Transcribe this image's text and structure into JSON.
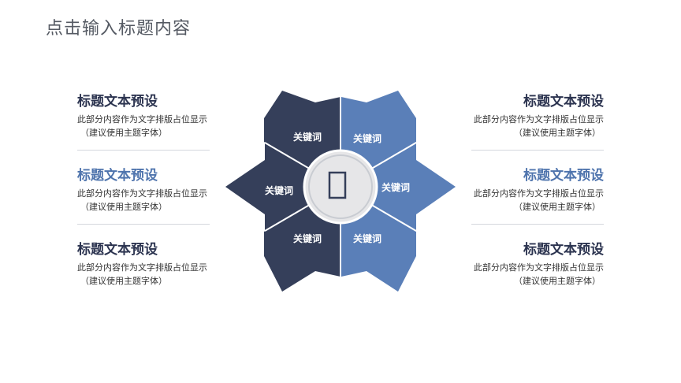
{
  "slide": {
    "title": "点击输入标题内容"
  },
  "colors": {
    "dark": "#353f5a",
    "blue": "#5a7fb8",
    "text_dark": "#2c3450",
    "text_blue": "#4f74ad",
    "hub": "#e6e6e8"
  },
  "diagram": {
    "center_icon": "rectangle-placeholder-icon",
    "keywords": [
      "关键词",
      "关键词",
      "关键词",
      "关键词",
      "关键词",
      "关键词"
    ]
  },
  "left_blocks": [
    {
      "title": "标题文本预设",
      "line1": "此部分内容作为文字排版占位显示",
      "line2": "（建议使用主题字体）"
    },
    {
      "title": "标题文本预设",
      "line1": "此部分内容作为文字排版占位显示",
      "line2": "（建议使用主题字体）"
    },
    {
      "title": "标题文本预设",
      "line1": "此部分内容作为文字排版占位显示",
      "line2": "（建议使用主题字体）"
    }
  ],
  "right_blocks": [
    {
      "title": "标题文本预设",
      "line1": "此部分内容作为文字排版占位显示",
      "line2": "（建议使用主题字体）"
    },
    {
      "title": "标题文本预设",
      "line1": "此部分内容作为文字排版占位显示",
      "line2": "（建议使用主题字体）"
    },
    {
      "title": "标题文本预设",
      "line1": "此部分内容作为文字排版占位显示",
      "line2": "（建议使用主题字体）"
    }
  ]
}
